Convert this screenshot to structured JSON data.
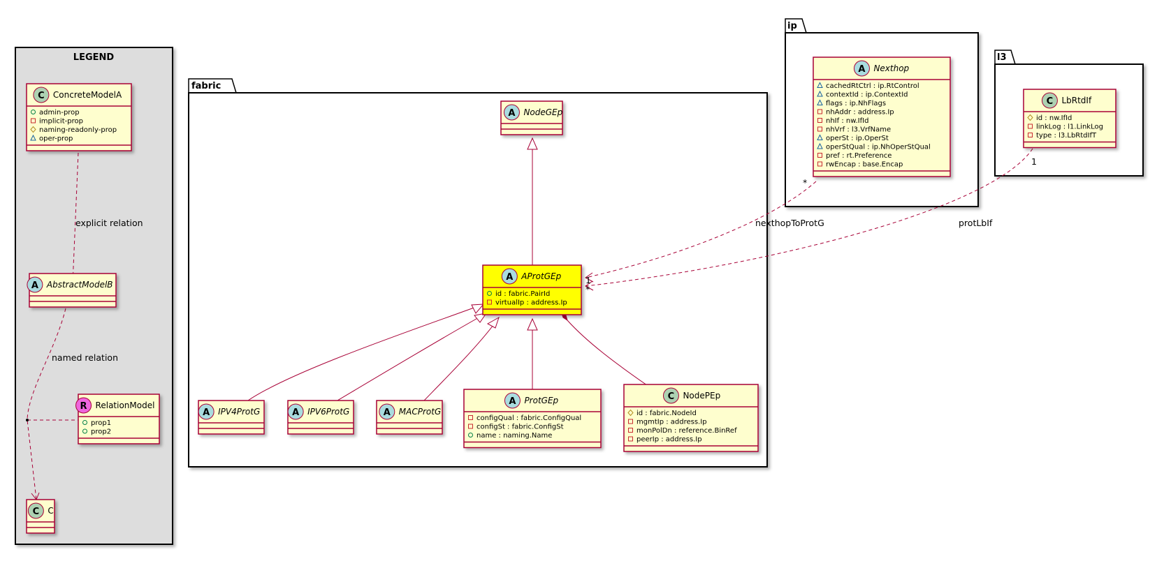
{
  "legend": {
    "title": "LEGEND",
    "concrete": {
      "name": "ConcreteModelA",
      "stereotype": "C",
      "attrs": [
        {
          "vis": "public",
          "text": "admin-prop"
        },
        {
          "vis": "private",
          "text": "implicit-prop"
        },
        {
          "vis": "protected",
          "text": "naming-readonly-prop"
        },
        {
          "vis": "package",
          "text": "oper-prop"
        }
      ]
    },
    "abstract": {
      "name": "AbstractModelB",
      "stereotype": "A"
    },
    "relation_model": {
      "name": "RelationModel",
      "stereotype": "R",
      "attrs": [
        {
          "vis": "public",
          "text": "prop1"
        },
        {
          "vis": "public",
          "text": "prop2"
        }
      ]
    },
    "c": {
      "name": "C",
      "stereotype": "C"
    },
    "explicit_label": "explicit relation",
    "named_label": "named relation"
  },
  "packages": {
    "fabric": "fabric",
    "ip": "ip",
    "l3": "l3"
  },
  "classes": {
    "NodeGEp": {
      "name": "NodeGEp",
      "stereotype": "A"
    },
    "AProtGEp": {
      "name": "AProtGEp",
      "stereotype": "A",
      "attrs": [
        {
          "vis": "public",
          "text": "id : fabric.PairId"
        },
        {
          "vis": "private",
          "text": "virtualIp : address.Ip"
        }
      ]
    },
    "IPV4ProtG": {
      "name": "IPV4ProtG",
      "stereotype": "A"
    },
    "IPV6ProtG": {
      "name": "IPV6ProtG",
      "stereotype": "A"
    },
    "MACProtG": {
      "name": "MACProtG",
      "stereotype": "A"
    },
    "ProtGEp": {
      "name": "ProtGEp",
      "stereotype": "A",
      "attrs": [
        {
          "vis": "private",
          "text": "configQual : fabric.ConfigQual"
        },
        {
          "vis": "private",
          "text": "configSt : fabric.ConfigSt"
        },
        {
          "vis": "public",
          "text": "name : naming.Name"
        }
      ]
    },
    "NodePEp": {
      "name": "NodePEp",
      "stereotype": "C",
      "attrs": [
        {
          "vis": "protected",
          "text": "id : fabric.NodeId"
        },
        {
          "vis": "private",
          "text": "mgmtIp : address.Ip"
        },
        {
          "vis": "private",
          "text": "monPolDn : reference.BinRef"
        },
        {
          "vis": "private",
          "text": "peerIp : address.Ip"
        }
      ]
    },
    "Nexthop": {
      "name": "Nexthop",
      "stereotype": "A",
      "attrs": [
        {
          "vis": "package",
          "text": "cachedRtCtrl : ip.RtControl"
        },
        {
          "vis": "package",
          "text": "contextId : ip.ContextId"
        },
        {
          "vis": "package",
          "text": "flags : ip.NhFlags"
        },
        {
          "vis": "private",
          "text": "nhAddr : address.Ip"
        },
        {
          "vis": "private",
          "text": "nhIf : nw.IfId"
        },
        {
          "vis": "private",
          "text": "nhVrf : l3.VrfName"
        },
        {
          "vis": "package",
          "text": "operSt : ip.OperSt"
        },
        {
          "vis": "package",
          "text": "operStQual : ip.NhOperStQual"
        },
        {
          "vis": "private",
          "text": "pref : rt.Preference"
        },
        {
          "vis": "private",
          "text": "rwEncap : base.Encap"
        }
      ]
    },
    "LbRtdIf": {
      "name": "LbRtdIf",
      "stereotype": "C",
      "attrs": [
        {
          "vis": "protected",
          "text": "id : nw.IfId"
        },
        {
          "vis": "private",
          "text": "linkLog : l1.LinkLog"
        },
        {
          "vis": "private",
          "text": "type : l3.LbRtdIfT"
        }
      ]
    }
  },
  "relations": {
    "nexthop": {
      "label": "nexthopToProtG",
      "src_mult": "*",
      "dst_mult": "1"
    },
    "protlb": {
      "label": "protLbIf",
      "src_mult": "1",
      "dst_mult": "*"
    }
  },
  "colors": {
    "class_fill": "#FEFECE",
    "class_border": "#A80036",
    "highlight_fill": "#FFFF00",
    "legend_fill": "#DDDDDD",
    "spot_A": "#A9DCDF",
    "spot_C": "#ADD1B2",
    "spot_R": "#EE66DD"
  }
}
